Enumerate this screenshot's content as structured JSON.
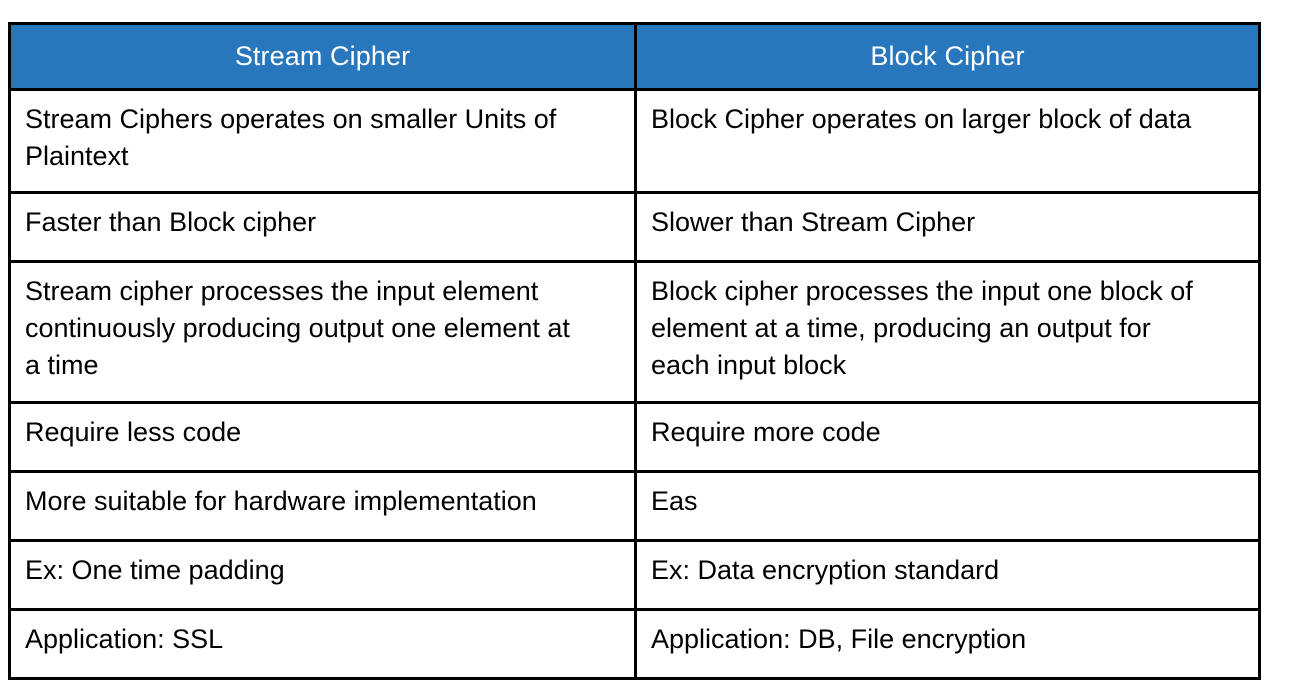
{
  "page": {
    "background_color": "#ffffff",
    "title": "Stream Cipher vs Block Cipher comparison table"
  },
  "table": {
    "header_background_color": "#2877BC",
    "header_text_color": "#ffffff",
    "border_color": "#000000",
    "body_text_color": "#000000",
    "columns": [
      {
        "key": "stream",
        "label": "Stream Cipher"
      },
      {
        "key": "block",
        "label": "Block Cipher"
      }
    ],
    "rows": [
      {
        "stream": "Stream Ciphers operates on smaller Units of\nPlaintext",
        "block": "Block Cipher operates on larger block of data"
      },
      {
        "stream": "Faster than Block cipher",
        "block": "Slower than Stream Cipher"
      },
      {
        "stream": "Stream cipher processes the input element\ncontinuously producing output one element at\na time",
        "block": "Block cipher processes the input one block of\nelement at a time, producing an output for\neach input block"
      },
      {
        "stream": "Require less code",
        "block": "Require more code"
      },
      {
        "stream": "More suitable for hardware implementation",
        "block": "Eas"
      },
      {
        "stream": "Ex: One time padding",
        "block": "Ex: Data encryption standard"
      },
      {
        "stream": "Application: SSL",
        "block": "Application: DB, File encryption"
      }
    ]
  }
}
